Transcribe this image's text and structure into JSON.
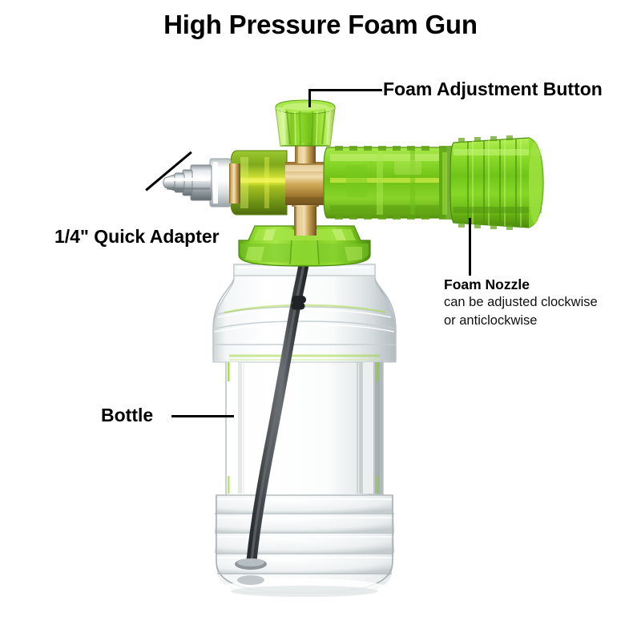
{
  "page": {
    "title": "High Pressure Foam Gun",
    "background_color": "#ffffff",
    "text_color": "#000000"
  },
  "callouts": [
    {
      "id": "foam-adjustment-button",
      "label": "Foam Adjustment Button",
      "leader": "elbow-left-down"
    },
    {
      "id": "quick-adapter",
      "label": "1/4\" Quick Adapter",
      "leader": "diagonal-up-right"
    },
    {
      "id": "foam-nozzle",
      "label": "Foam Nozzle",
      "description_line_1": "can be adjusted clockwise",
      "description_line_2": "or anticlockwise",
      "leader": "vertical-up"
    },
    {
      "id": "bottle",
      "label": "Bottle",
      "leader": "horizontal-right"
    }
  ],
  "product": {
    "name": "High Pressure Foam Gun",
    "parts": [
      {
        "id": "foam-adjustment-knob",
        "material": "translucent-plastic",
        "color": "#7ed321"
      },
      {
        "id": "gun-body",
        "material": "translucent-plastic",
        "color": "#76d41f"
      },
      {
        "id": "brass-barrel",
        "material": "brass",
        "color": "#c9a24a"
      },
      {
        "id": "foam-nozzle",
        "material": "translucent-plastic",
        "color": "#8ae02a"
      },
      {
        "id": "quick-adapter",
        "material": "chrome-steel",
        "color": "#c8ccce"
      },
      {
        "id": "bottle-cap",
        "material": "opaque-plastic",
        "color": "#7ac82a"
      },
      {
        "id": "bottle",
        "material": "clear-pet",
        "color": "#f2f4f4"
      },
      {
        "id": "siphon-tube",
        "material": "rubber",
        "color": "#3c3f42"
      }
    ]
  },
  "colors": {
    "green_bright": "#8fe12b",
    "green_mid": "#6fc419",
    "green_dark": "#4e8c12",
    "green_olive": "#86ad1d",
    "brass_light": "#e3c888",
    "brass": "#c8a253",
    "brass_dark": "#8d6b28",
    "chrome_light": "#eef1f2",
    "chrome": "#b9c0c4",
    "chrome_dark": "#7d868c",
    "glass_light": "#fbfcfc",
    "glass_edge": "#c9d0d2",
    "tube_dark": "#35383b",
    "black": "#000000"
  }
}
